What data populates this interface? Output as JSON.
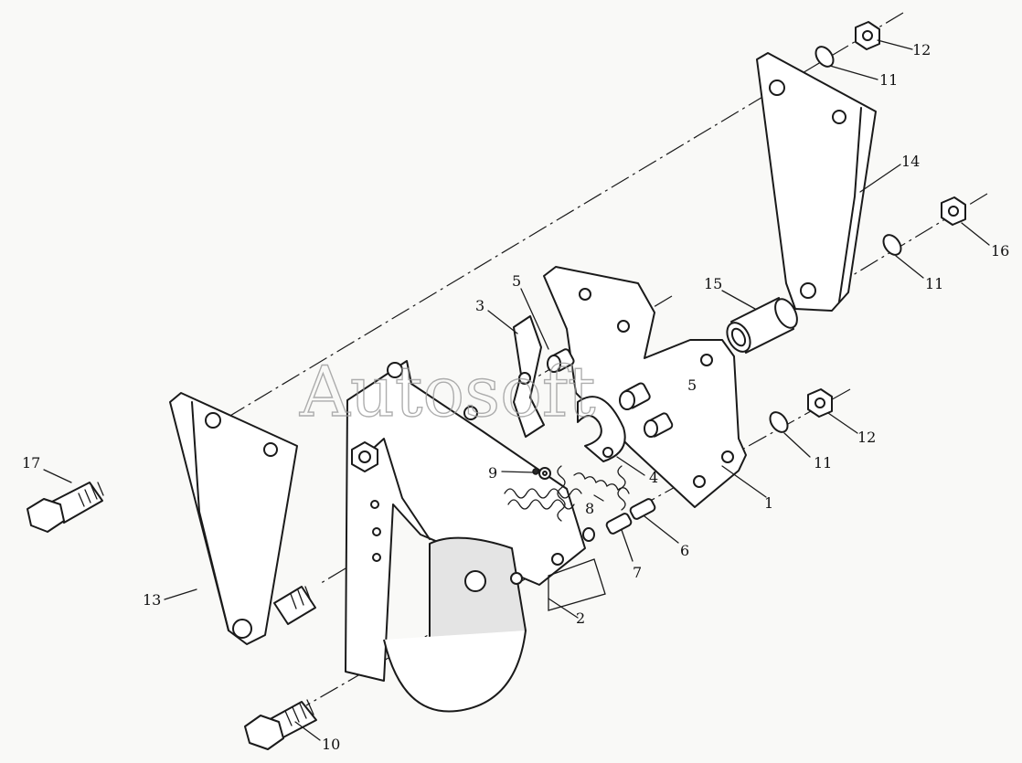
{
  "watermark": "Autosoft",
  "callouts": [
    {
      "id": "c1",
      "text": "1"
    },
    {
      "id": "c2",
      "text": "2"
    },
    {
      "id": "c3",
      "text": "3"
    },
    {
      "id": "c4",
      "text": "4"
    },
    {
      "id": "c5a",
      "text": "5"
    },
    {
      "id": "c5b",
      "text": "5"
    },
    {
      "id": "c6",
      "text": "6"
    },
    {
      "id": "c7",
      "text": "7"
    },
    {
      "id": "c8",
      "text": "8"
    },
    {
      "id": "c9",
      "text": "9"
    },
    {
      "id": "c10",
      "text": "10"
    },
    {
      "id": "c11a",
      "text": "11"
    },
    {
      "id": "c11b",
      "text": "11"
    },
    {
      "id": "c11c",
      "text": "11"
    },
    {
      "id": "c12a",
      "text": "12"
    },
    {
      "id": "c12b",
      "text": "12"
    },
    {
      "id": "c13",
      "text": "13"
    },
    {
      "id": "c14",
      "text": "14"
    },
    {
      "id": "c15",
      "text": "15"
    },
    {
      "id": "c16",
      "text": "16"
    },
    {
      "id": "c17",
      "text": "17"
    }
  ]
}
